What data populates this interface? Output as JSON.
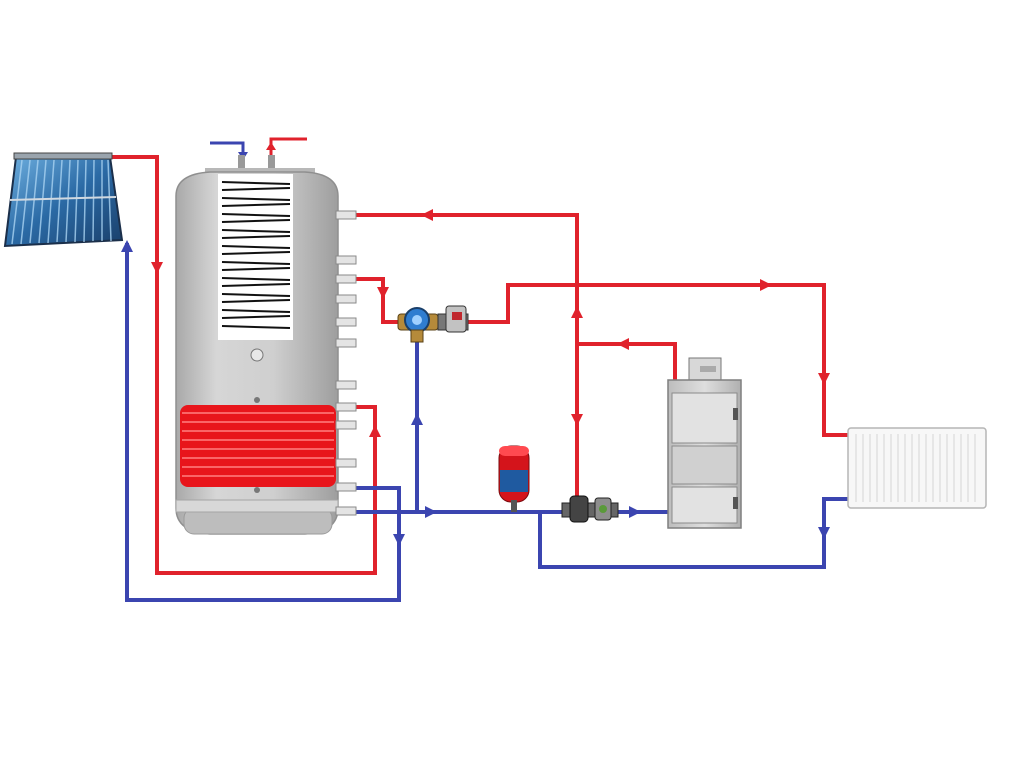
{
  "diagram": {
    "type": "solar-and-boiler-heating-schematic",
    "components": [
      {
        "id": "solar-collector",
        "icon": "solar-panel-icon"
      },
      {
        "id": "buffer-tank",
        "icon": "storage-tank-icon"
      },
      {
        "id": "mixing-valve",
        "icon": "mixing-valve-icon"
      },
      {
        "id": "circulation-pump-top",
        "icon": "pump-icon"
      },
      {
        "id": "expansion-vessel",
        "icon": "expansion-vessel-icon"
      },
      {
        "id": "circulation-pump-bottom",
        "icon": "pump-icon"
      },
      {
        "id": "solid-fuel-boiler",
        "icon": "boiler-icon"
      },
      {
        "id": "radiator",
        "icon": "radiator-icon"
      }
    ],
    "colors": {
      "hot": "#e0222c",
      "cold": "#3b45b0",
      "coil": "#e8151b",
      "tank": "#c9c9c9",
      "solar": "#2f6fa8",
      "boiler": "#c8c8c8",
      "radiator": "#f7f7f7"
    }
  }
}
